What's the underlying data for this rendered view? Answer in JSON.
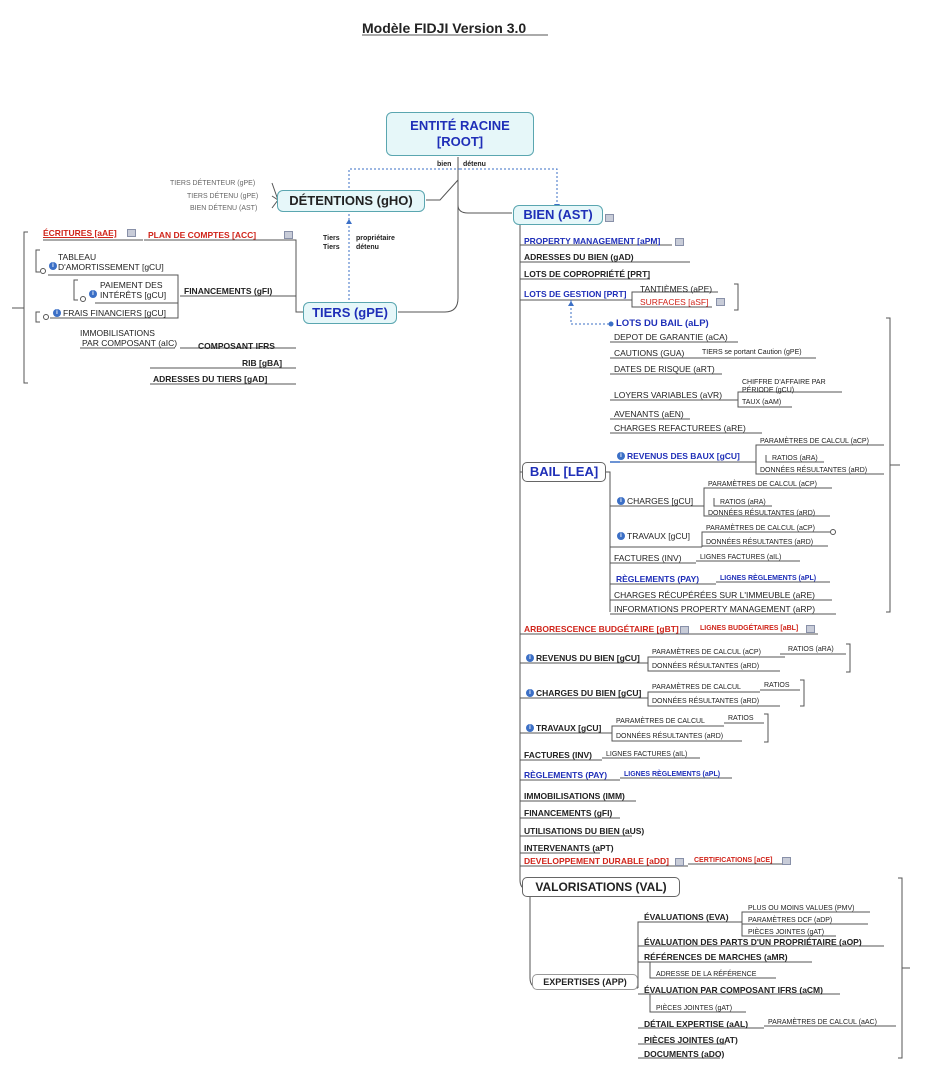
{
  "title": "Modèle FIDJI Version 3.0",
  "root": {
    "line1": "ENTITÉ RACINE",
    "line2": "[ROOT]",
    "edge_bien": "bien",
    "edge_detenu": "détenu"
  },
  "detentions": {
    "label": "DÉTENTIONS (gHO)",
    "items": [
      "TIERS DÉTENTEUR (gPE)",
      "TIERS DÉTENU (gPE)",
      "BIEN DÉTENU (AST)"
    ]
  },
  "tiers": {
    "label": "TIERS (gPE)",
    "edge_top": [
      "Tiers",
      "Tiers"
    ],
    "edge_bottom": [
      "propriétaire",
      "détenu"
    ],
    "plan_comptes": "PLAN DE COMPTES [ACC]",
    "ecritures": "ÉCRITURES [aAE]",
    "financements": "FINANCEMENTS (gFI)",
    "tableau": [
      "TABLEAU",
      "D'AMORTISSEMENT [gCU]"
    ],
    "paiement": [
      "PAIEMENT DES",
      "INTÉRÊTS [gCU]"
    ],
    "frais": "FRAIS FINANCIERS [gCU]",
    "composant": "COMPOSANT IFRS",
    "immo": [
      "IMMOBILISATIONS",
      "PAR COMPOSANT (aIC)"
    ],
    "rib": "RIB [gBA]",
    "adresses": "ADRESSES DU TIERS [gAD]"
  },
  "bien": {
    "label": "BIEN (AST)",
    "pm": "PROPERTY  MANAGEMENT [aPM]",
    "adresses": "ADRESSES DU BIEN  (gAD)",
    "lots_copro": "LOTS DE COPROPRIÉTÉ [PRT]",
    "lots_gestion": "LOTS DE GESTION [PRT]",
    "tantiemes": "TANTIÈMES (aPE)",
    "surfaces": "SURFACES [aSF]",
    "lots_bail": "LOTS DU BAIL (aLP)",
    "bail": "BAIL [LEA]",
    "bail_items": {
      "depot": "DEPOT DE GARANTIE (aCA)",
      "cautions": "CAUTIONS (GUA)",
      "cautions_sub": "TIERS se portant Caution (gPE)",
      "dates": "DATES DE RISQUE (aRT)",
      "loyers": "LOYERS VARIABLES (aVR)",
      "ca1": "CHIFFRE D'AFFAIRE PAR",
      "ca2": "PÉRIODE (gCU)",
      "taux": "TAUX (aAM)",
      "avenants": "AVENANTS (aEN)",
      "charges_ref": "CHARGES REFACTUREES (aRE)",
      "revenus": "REVENUS DES BAUX [gCU]",
      "param": "PARAMÈTRES DE CALCUL (aCP)",
      "ratios": "RATIOS (aRA)",
      "donnees": "DONNÉES RÉSULTANTES (aRD)",
      "charges": "CHARGES [gCU]",
      "travaux": "TRAVAUX [gCU]",
      "factures": "FACTURES (INV)",
      "lignes_factures": "LIGNES FACTURES (aIL)",
      "reglements": "RÈGLEMENTS (PAY)",
      "lignes_reglements": "LIGNES RÈGLEMENTS (aPL)",
      "charges_recup": "CHARGES RÉCUPÉRÉES SUR L'IMMEUBLE (aRE)",
      "info_pm": "INFORMATIONS PROPERTY MANAGEMENT (aRP)"
    },
    "arbo": "ARBORESCENCE BUDGÉTAIRE [gBT]",
    "lignes_budget": "LIGNES BUDGÉTAIRES [aBL]",
    "revenus_bien": "REVENUS DU BIEN [gCU]",
    "charges_bien": "CHARGES DU BIEN [gCU]",
    "travaux_bien": "TRAVAUX [gCU]",
    "param_short": "PARAMÈTRES DE CALCUL",
    "ratios_short": "RATIOS",
    "factures": "FACTURES (INV)",
    "lignes_factures": "LIGNES FACTURES (aIL)",
    "reglements": "RÈGLEMENTS (PAY)",
    "lignes_reglements": "LIGNES RÈGLEMENTS (aPL)",
    "immobilisations": "IMMOBILISATIONS (IMM)",
    "financements": "FINANCEMENTS (gFI)",
    "utilisations": "UTILISATIONS DU BIEN (aUS)",
    "intervenants": "INTERVENANTS (aPT)",
    "dev_durable": "DEVELOPPEMENT DURABLE [aDD]",
    "certifications": "CERTIFICATIONS [aCE]"
  },
  "valorisations": {
    "label": "VALORISATIONS (VAL)",
    "expertises": "EXPERTISES (APP)",
    "evaluations": "ÉVALUATIONS (EVA)",
    "pmv": "PLUS OU MOINS VALUES (PMV)",
    "dcf": "PARAMÈTRES DCF (aDP)",
    "pj": "PIÈCES JOINTES (gAT)",
    "eval_parts": "ÉVALUATION DES PARTS D'UN PROPRIÉTAIRE (aOP)",
    "references": "RÉFÉRENCES DE MARCHES (aMR)",
    "adresse_ref": "ADRESSE DE  LA RÉFÉRENCE",
    "eval_comp": "ÉVALUATION PAR COMPOSANT IFRS (aCM)",
    "pj2": "PIÈCES JOINTES (gAT)",
    "detail": "DÉTAIL EXPERTISE (aAL)",
    "param_calc": "PARAMÈTRES  DE CALCUL (aAC)",
    "pj3": "PIÈCES JOINTES (gAT)",
    "documents": "DOCUMENTS (aDO)"
  }
}
